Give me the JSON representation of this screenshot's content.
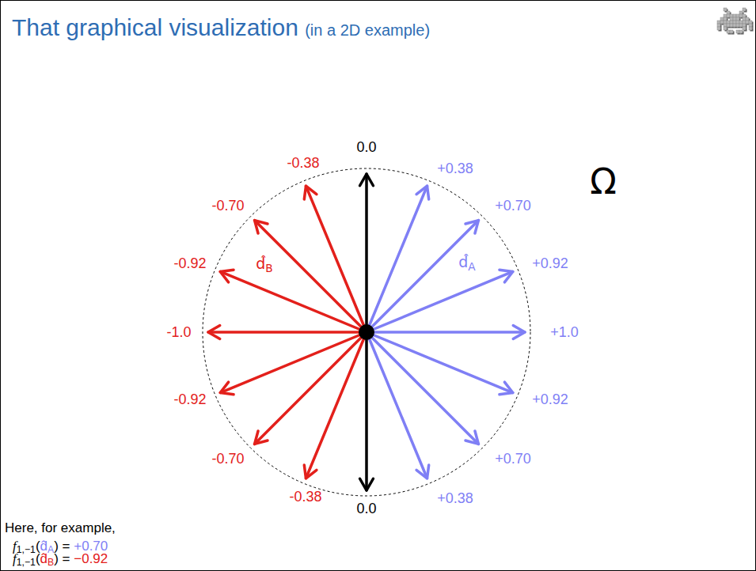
{
  "diagram": {
    "title": "That graphical visualization (in a 2D example)",
    "labels": [
      "0.0",
      "-0.38",
      "+0.38",
      "Ω",
      "-0.70",
      "+0.70",
      "d̂A",
      "-0.92",
      "d̂B",
      "+0.92",
      "-1.0",
      "+1.0",
      "-0.92",
      "+0.92",
      "-0.70",
      "+0.70",
      "-0.38",
      "0.0",
      "+0.38",
      "Here, for example,",
      "f1,−1(d̂A) = +0.70",
      "f1,−1(d̂B) = −0.92"
    ]
  }
}
